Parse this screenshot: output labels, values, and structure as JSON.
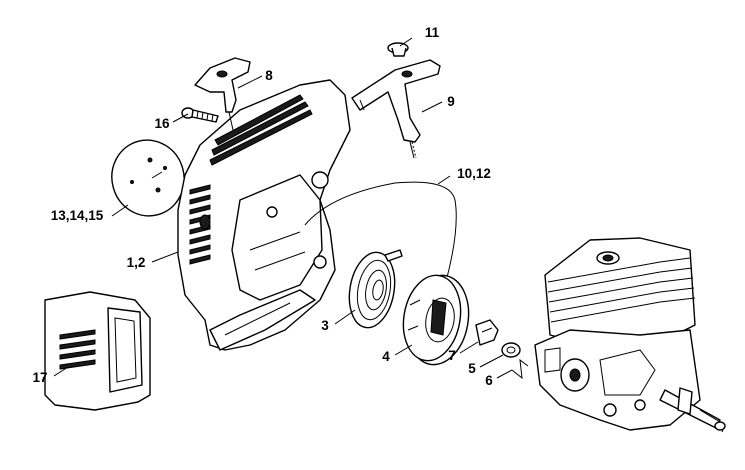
{
  "callouts": [
    {
      "id": "c11",
      "text": "11"
    },
    {
      "id": "c8",
      "text": "8"
    },
    {
      "id": "c9",
      "text": "9"
    },
    {
      "id": "c16",
      "text": "16"
    },
    {
      "id": "c10_12",
      "text": "10,12"
    },
    {
      "id": "c13_14_15",
      "text": "13,14,15"
    },
    {
      "id": "c1_2",
      "text": "1,2"
    },
    {
      "id": "c3",
      "text": "3"
    },
    {
      "id": "c4",
      "text": "4"
    },
    {
      "id": "c7",
      "text": "7"
    },
    {
      "id": "c5",
      "text": "5"
    },
    {
      "id": "c6",
      "text": "6"
    },
    {
      "id": "c17",
      "text": "17"
    }
  ]
}
